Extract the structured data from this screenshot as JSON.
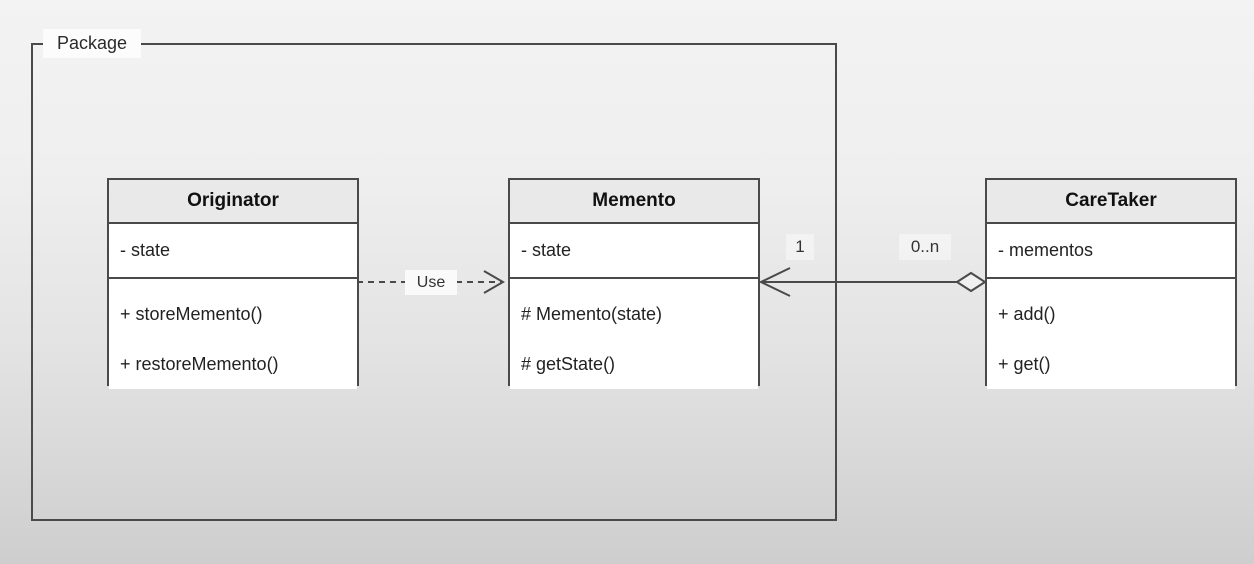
{
  "diagram": {
    "package": {
      "label": "Package"
    },
    "classes": [
      {
        "name": "Originator",
        "attributes": [
          "- state"
        ],
        "methods": [
          "+ storeMemento()",
          "+ restoreMemento()"
        ]
      },
      {
        "name": "Memento",
        "attributes": [
          "- state"
        ],
        "methods": [
          "# Memento(state)",
          "# getState()"
        ]
      },
      {
        "name": "CareTaker",
        "attributes": [
          "- mementos"
        ],
        "methods": [
          "+ add()",
          "+ get()"
        ]
      }
    ],
    "relations": [
      {
        "type": "dependency",
        "from": "Originator",
        "to": "Memento",
        "label": "Use",
        "line_style": "dashed",
        "arrowhead": "open"
      },
      {
        "type": "aggregation",
        "from": "CareTaker",
        "to": "Memento",
        "target_multiplicity": "1",
        "source_multiplicity": "0..n",
        "line_style": "solid",
        "arrowhead": "open",
        "diamond": "hollow"
      }
    ],
    "colors": {
      "canvas_top": "#f3f3f3",
      "canvas_bottom": "#cecece",
      "box_border": "#4a4a4a",
      "header_fill": "#e9e9e9",
      "body_fill": "#ffffff",
      "line": "#4a4a4a",
      "text": "#222222",
      "label_bg": "#fcfcfc"
    }
  }
}
